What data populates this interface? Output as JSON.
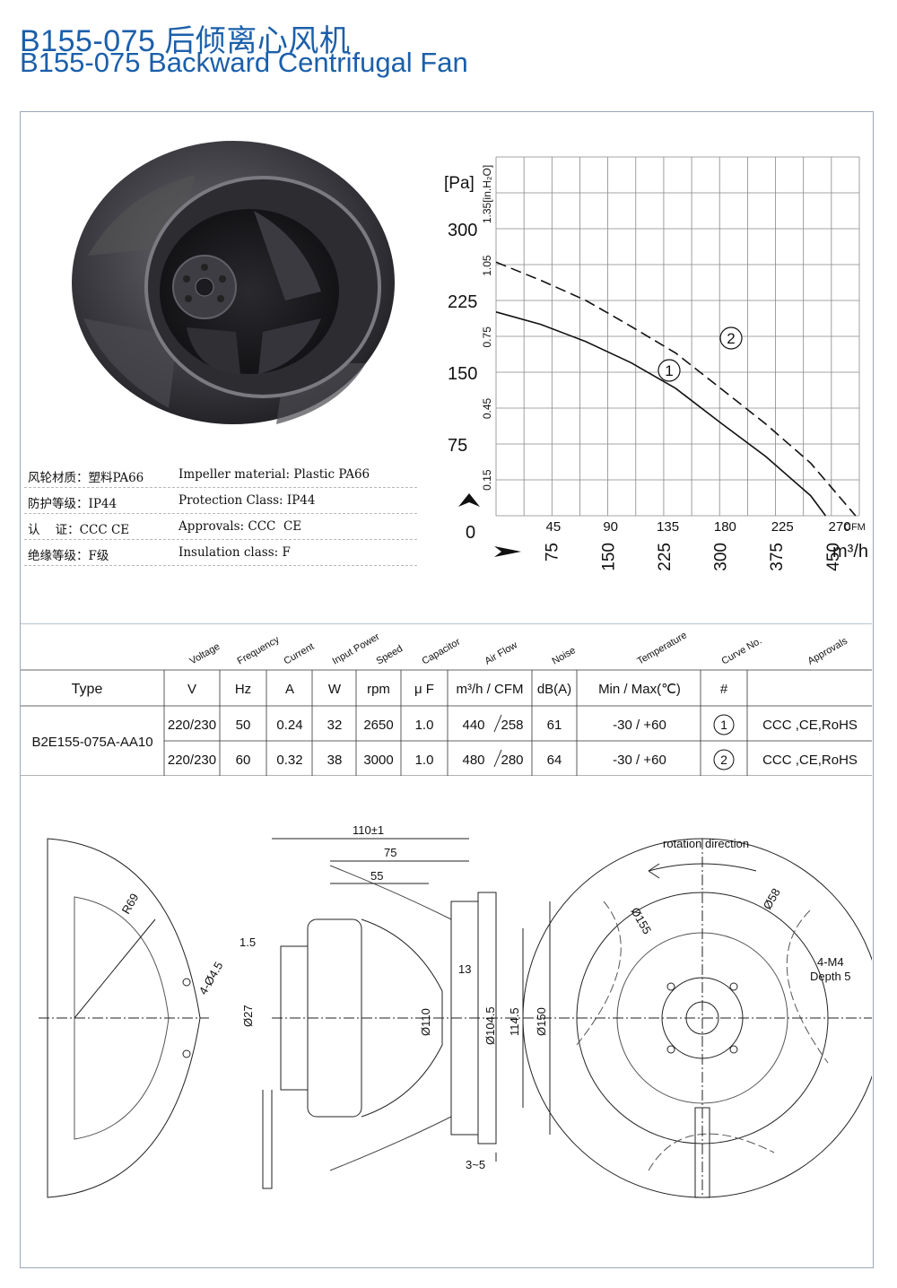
{
  "header": {
    "title_cn": "B155-075  后倾离心风机",
    "title_en": "B155-075  Backward Centrifugal Fan"
  },
  "specs": [
    {
      "cn": "风轮材质：塑料PA66",
      "en": "Impeller material:  Plastic PA66"
    },
    {
      "cn": "防护等级：IP44",
      "en": "Protection Class: IP44"
    },
    {
      "cn": "认    证：CCC CE",
      "en": "Approvals: CCC  CE"
    },
    {
      "cn": "绝缘等级：F级",
      "en": "Insulation class: F"
    }
  ],
  "chart_data": {
    "type": "line",
    "ylabel": "[Pa]",
    "ylabel_secondary": "1.35[in.H₂O]",
    "y_ticks": [
      0,
      75,
      150,
      225,
      300
    ],
    "y_ticks_secondary": [
      "0.15",
      "0.45",
      "0.75",
      "1.05",
      "1.35[in.H₂O]"
    ],
    "x_ticks_cfm": [
      45,
      90,
      135,
      180,
      225,
      270
    ],
    "x_unit_cfm": "CFM",
    "x_ticks_m3h": [
      75,
      150,
      225,
      300,
      375,
      450
    ],
    "x_unit_m3h": "m³/h",
    "xlim_m3h": [
      0,
      485
    ],
    "ylim": [
      0,
      375
    ],
    "grid": true,
    "series": [
      {
        "name": "①",
        "style": "solid",
        "x": [
          0,
          60,
          120,
          180,
          240,
          300,
          360,
          420,
          440
        ],
        "y": [
          213,
          200,
          182,
          160,
          133,
          97,
          62,
          21,
          0
        ]
      },
      {
        "name": "②",
        "style": "dashed",
        "x": [
          0,
          60,
          120,
          180,
          240,
          300,
          360,
          420,
          480
        ],
        "y": [
          265,
          246,
          225,
          198,
          170,
          133,
          96,
          55,
          0
        ]
      }
    ]
  },
  "table": {
    "headers_rot": [
      "Voltage",
      "Frequency",
      "Current",
      "Input Power",
      "Speed",
      "Capacitor",
      "Air Flow",
      "Noise",
      "Temperature",
      "Curve No.",
      "Approvals"
    ],
    "type_label": "Type",
    "units": [
      "V",
      "Hz",
      "A",
      "W",
      "rpm",
      "μ F",
      "m³/h / CFM",
      "dB(A)",
      "Min / Max(℃)",
      "#"
    ],
    "model": "B2E155-075A-AA10",
    "rows": [
      {
        "voltage": "220/230",
        "freq": "50",
        "current": "0.24",
        "power": "32",
        "speed": "2650",
        "cap": "1.0",
        "flow_m3h": "440",
        "flow_cfm": "258",
        "noise": "61",
        "temp": "-30 / +60",
        "curve": "1",
        "approvals": "CCC ,CE,RoHS"
      },
      {
        "voltage": "220/230",
        "freq": "60",
        "current": "0.32",
        "power": "38",
        "speed": "3000",
        "cap": "1.0",
        "flow_m3h": "480",
        "flow_cfm": "280",
        "noise": "64",
        "temp": "-30 / +60",
        "curve": "2",
        "approvals": "CCC ,CE,RoHS"
      }
    ]
  },
  "drawing": {
    "dims": [
      "110±1",
      "75",
      "55",
      "1.5",
      "13",
      "Ø27",
      "Ø110",
      "Ø104.5",
      "114.5",
      "Ø150",
      "3~5",
      "R69",
      "4-Ø4.5",
      "Ø155",
      "Ø58",
      "4-M4",
      "Depth 5"
    ],
    "rotation_label": "rotation direction"
  }
}
